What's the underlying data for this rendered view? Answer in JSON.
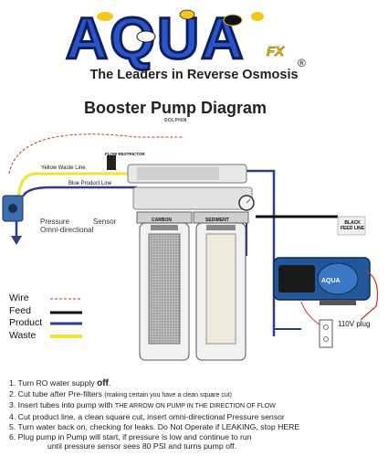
{
  "logo": {
    "name": "AQUA",
    "suffix": "FX",
    "mark": "®"
  },
  "tagline": "The Leaders in Reverse Osmosis",
  "title": "Booster Pump Diagram",
  "subtitle": "DOLPHIN",
  "labels": {
    "yellow_waste_line": "Yellow Waste Line",
    "flow_restrictor": "FLOW RESTRICTOR",
    "blue_product_line": "Blue Product Line",
    "pressure_sensor": "Pressure\nOmni-directional",
    "sensor": "Sensor",
    "carbon": "CARBON",
    "sediment": "SEDIMENT",
    "black_feed_line": "BLACK\nFEED LINE",
    "plug": "110V plug"
  },
  "legend": [
    {
      "label": "Wire",
      "color": "#c0392b",
      "style": "dashed"
    },
    {
      "label": "Feed",
      "color": "#111111",
      "style": "solid"
    },
    {
      "label": "Product",
      "color": "#2c3e8c",
      "style": "solid"
    },
    {
      "label": "Waste",
      "color": "#f1e236",
      "style": "solid"
    }
  ],
  "instructions": [
    {
      "num": "1.",
      "text": "Turn RO water supply ",
      "emph": "off",
      "after": "."
    },
    {
      "num": "2.",
      "text": "Cut tube after Pre-filters ",
      "small": "(making certain you have a clean square cut)"
    },
    {
      "num": "3.",
      "text": "Insert tubes into pump with ",
      "small": "THE ARROW ON PUMP IN THE DIRECTION OF FLOW"
    },
    {
      "num": "4.",
      "text": "Cut product line, a clean square cut,  insert omni-directional Pressure sensor"
    },
    {
      "num": "5.",
      "text": "Turn water back on, checking for leaks. Do Not Operate if LEAKING, stop HERE"
    },
    {
      "num": "6.",
      "text": "Plug pump in Pump will start, if pressure is low and continue to run"
    },
    {
      "num": "",
      "text": "until pressure sensor sees 80 PSI and turns pump off."
    }
  ]
}
